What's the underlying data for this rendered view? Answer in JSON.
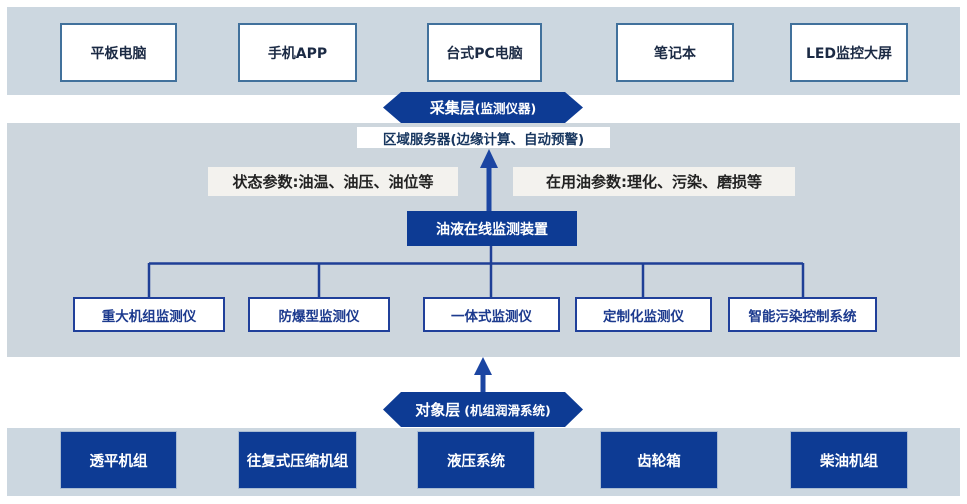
{
  "terminal_row": {
    "items": [
      {
        "label": "平板电脑"
      },
      {
        "label": "手机APP"
      },
      {
        "label": "台式PC电脑"
      },
      {
        "label": "笔记本"
      },
      {
        "label": "LED监控大屏"
      }
    ]
  },
  "collection_layer_banner": {
    "title": "采集层",
    "subtitle": "(监测仪器)"
  },
  "regional_server": {
    "label": "区域服务器(边缘计算、自动预警)"
  },
  "param_labels": {
    "status": "状态参数:油温、油压、油位等",
    "oil": "在用油参数:理化、污染、磨损等"
  },
  "online_monitor_device": {
    "label": "油液在线监测装置"
  },
  "instrument_row": {
    "items": [
      {
        "label": "重大机组监测仪"
      },
      {
        "label": "防爆型监测仪"
      },
      {
        "label": "一体式监测仪"
      },
      {
        "label": "定制化监测仪"
      },
      {
        "label": "智能污染控制系统"
      }
    ]
  },
  "object_layer_banner": {
    "title": "对象层",
    "subtitle": "(机组润滑系统)"
  },
  "equipment_row": {
    "items": [
      {
        "label": "透平机组"
      },
      {
        "label": "往复式压缩机组"
      },
      {
        "label": "液压系统"
      },
      {
        "label": "齿轮箱"
      },
      {
        "label": "柴油机组"
      }
    ]
  },
  "colors": {
    "section_background": "#ccd7e0",
    "dark_blue": "#0d3b94",
    "connector_blue": "#1e3f96",
    "arrow_blue": "#1b45a2",
    "top_box_border": "#41719c",
    "instrument_box_border": "#20409a",
    "label_background": "#f3f2ee"
  }
}
